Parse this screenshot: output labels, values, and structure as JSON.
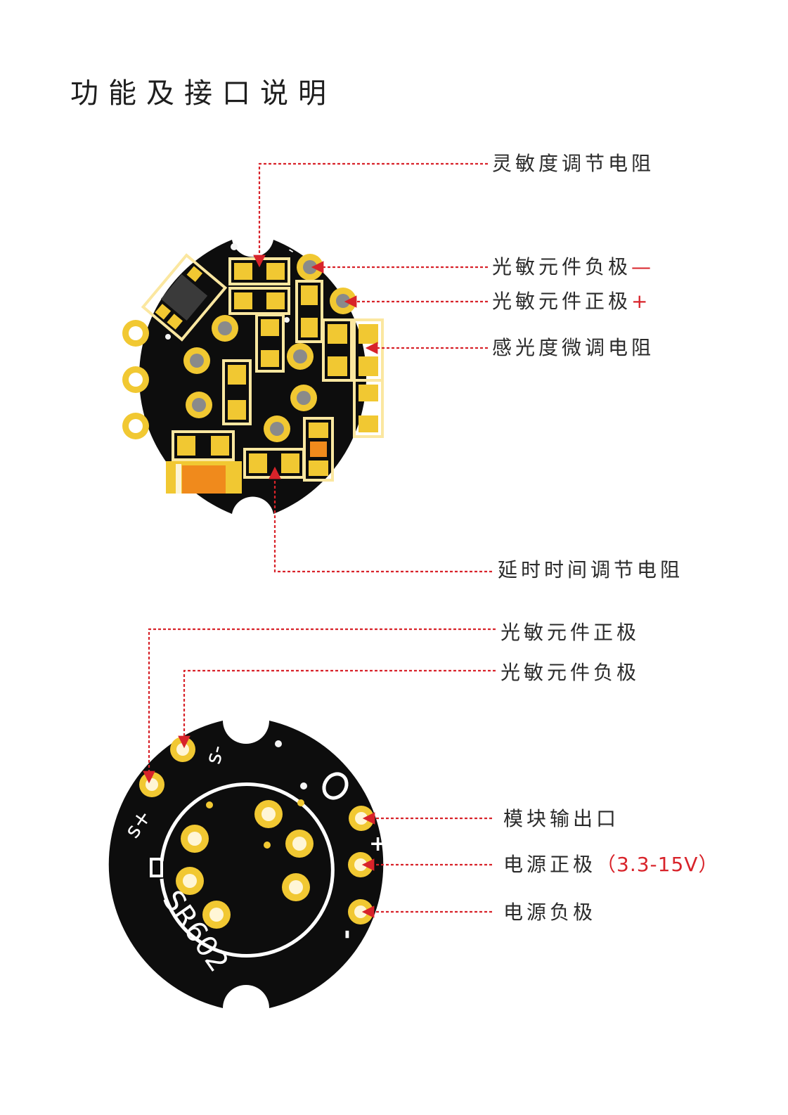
{
  "title": "功能及接口说明",
  "top_board": {
    "labels": {
      "sensitivity_resistor": "灵敏度调节电阻",
      "photo_negative": "光敏元件负极",
      "photo_negative_mark": "—",
      "photo_positive": "光敏元件正极",
      "photo_positive_mark": "+",
      "light_fine_tune": "感光度微调电阻",
      "delay_resistor": "延时时间调节电阻"
    },
    "silk_minus": "-"
  },
  "bottom_board": {
    "labels": {
      "photo_positive": "光敏元件正极",
      "photo_negative": "光敏元件负极",
      "module_output": "模块输出口",
      "power_positive": "电源正极",
      "power_positive_range": "（3.3-15V）",
      "power_negative": "电源负极"
    },
    "silk": {
      "s_plus": "s+",
      "s_minus": "s-",
      "plus": "+",
      "minus": "-",
      "model": "SR602"
    }
  },
  "colors": {
    "board": "#0d0d0d",
    "pad_gold": "#f1c832",
    "pad_light": "#fbe7a0",
    "silk": "#ffffff",
    "annotation": "#d8232a",
    "component_orange": "#f08a1c"
  }
}
